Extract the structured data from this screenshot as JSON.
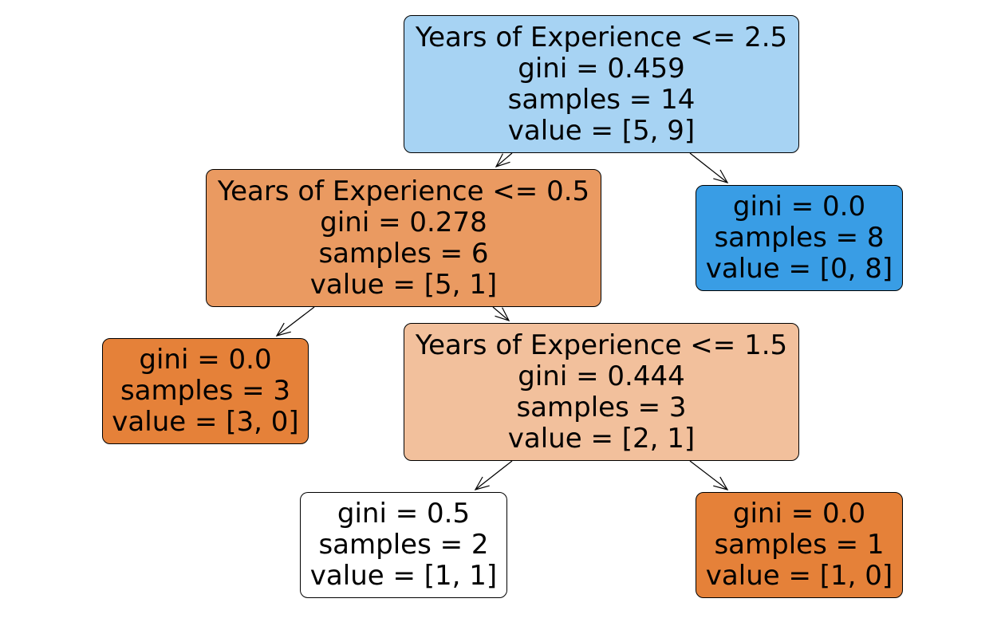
{
  "tree": {
    "nodes": [
      {
        "id": "node-0",
        "condition": "Years of Experience <= 2.5",
        "gini": "gini = 0.459",
        "samples": "samples = 14",
        "value": "value = [5, 9]",
        "fill": "#a7d3f3"
      },
      {
        "id": "node-1",
        "condition": "Years of Experience <= 0.5",
        "gini": "gini = 0.278",
        "samples": "samples = 6",
        "value": "value = [5, 1]",
        "fill": "#ea9a61"
      },
      {
        "id": "node-2",
        "gini": "gini = 0.0",
        "samples": "samples = 3",
        "value": "value = [3, 0]",
        "fill": "#e58139"
      },
      {
        "id": "node-3",
        "condition": "Years of Experience <= 1.5",
        "gini": "gini = 0.444",
        "samples": "samples = 3",
        "value": "value = [2, 1]",
        "fill": "#f2c09c"
      },
      {
        "id": "node-4",
        "gini": "gini = 0.5",
        "samples": "samples = 2",
        "value": "value = [1, 1]",
        "fill": "#ffffff"
      },
      {
        "id": "node-5",
        "gini": "gini = 0.0",
        "samples": "samples = 1",
        "value": "value = [1, 0]",
        "fill": "#e58139"
      },
      {
        "id": "node-6",
        "gini": "gini = 0.0",
        "samples": "samples = 8",
        "value": "value = [0, 8]",
        "fill": "#399de5"
      }
    ]
  }
}
